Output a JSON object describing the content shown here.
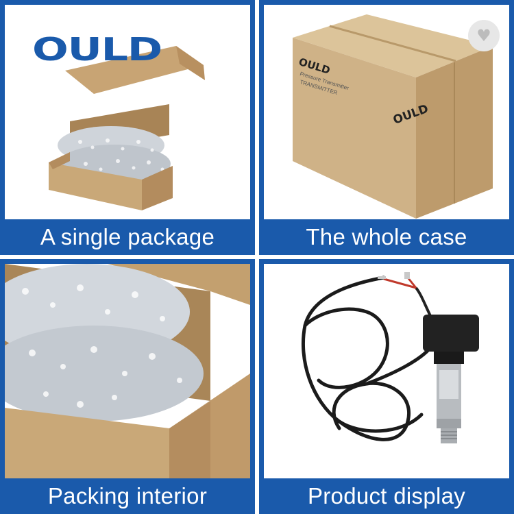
{
  "brand": {
    "logo_text": "OULD"
  },
  "favorite": {
    "icon": "heart-icon",
    "glyph": "♥"
  },
  "panels": [
    {
      "caption": "A single package"
    },
    {
      "caption": "The whole case"
    },
    {
      "caption": "Packing interior"
    },
    {
      "caption": "Product display"
    }
  ],
  "case_print": {
    "side_logo": "OULD",
    "side_line1": "Pressure Transmitter",
    "side_line2": "TRANSMITTER",
    "front_logo": "OULD"
  },
  "colors": {
    "frame": "#1a5aab",
    "caption_text": "#ffffff",
    "cardboard": "#c9a878",
    "cable": "#1b1b1b"
  }
}
